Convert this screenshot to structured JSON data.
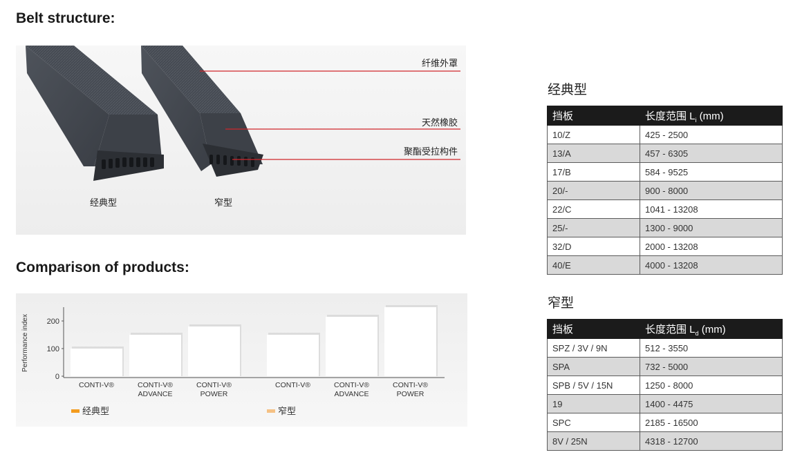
{
  "headings": {
    "belt_structure": "Belt structure:",
    "comparison": "Comparison of products:"
  },
  "belt": {
    "layers": [
      "纤维外罩",
      "天然橡胶",
      "聚酯受拉构件"
    ],
    "classic_label": "经典型",
    "narrow_label": "窄型"
  },
  "chart_data": {
    "type": "bar",
    "ylabel": "Performance index",
    "yticks": [
      "0",
      "100",
      "200"
    ],
    "ylim": [
      0,
      250
    ],
    "groups": [
      {
        "name": "经典型",
        "color": "#f39c1f",
        "categories": [
          [
            "CONTI-V®"
          ],
          [
            "CONTI-V®",
            "ADVANCE"
          ],
          [
            "CONTI-V®",
            "POWER"
          ]
        ],
        "values": [
          100,
          150,
          180
        ]
      },
      {
        "name": "窄型",
        "color": "#f5c184",
        "categories": [
          [
            "CONTI-V®"
          ],
          [
            "CONTI-V®",
            "ADVANCE"
          ],
          [
            "CONTI-V®",
            "POWER"
          ]
        ],
        "values": [
          150,
          215,
          250
        ]
      }
    ],
    "legend": [
      "经典型",
      "窄型"
    ],
    "grid": false
  },
  "classic_table": {
    "title": "经典型",
    "header_col1": "挡板",
    "header_col2": "长度范围 L",
    "header_sub": "i",
    "header_unit": " (mm)",
    "rows": [
      [
        "10/Z",
        "425 - 2500"
      ],
      [
        "13/A",
        "457 - 6305"
      ],
      [
        "17/B",
        "584 - 9525"
      ],
      [
        "20/-",
        "900 - 8000"
      ],
      [
        "22/C",
        "1041 - 13208"
      ],
      [
        "25/-",
        "1300 - 9000"
      ],
      [
        "32/D",
        "2000 - 13208"
      ],
      [
        "40/E",
        "4000 - 13208"
      ]
    ]
  },
  "narrow_table": {
    "title": "窄型",
    "header_col1": "挡板",
    "header_col2": "长度范围 L",
    "header_sub": "d",
    "header_unit": " (mm)",
    "rows": [
      [
        "SPZ / 3V / 9N",
        "512 - 3550"
      ],
      [
        "SPA",
        "732 - 5000"
      ],
      [
        "SPB / 5V / 15N",
        "1250 - 8000"
      ],
      [
        "19",
        "1400 - 4475"
      ],
      [
        "SPC",
        "2185 - 16500"
      ],
      [
        "8V / 25N",
        "4318 - 12700"
      ]
    ]
  }
}
